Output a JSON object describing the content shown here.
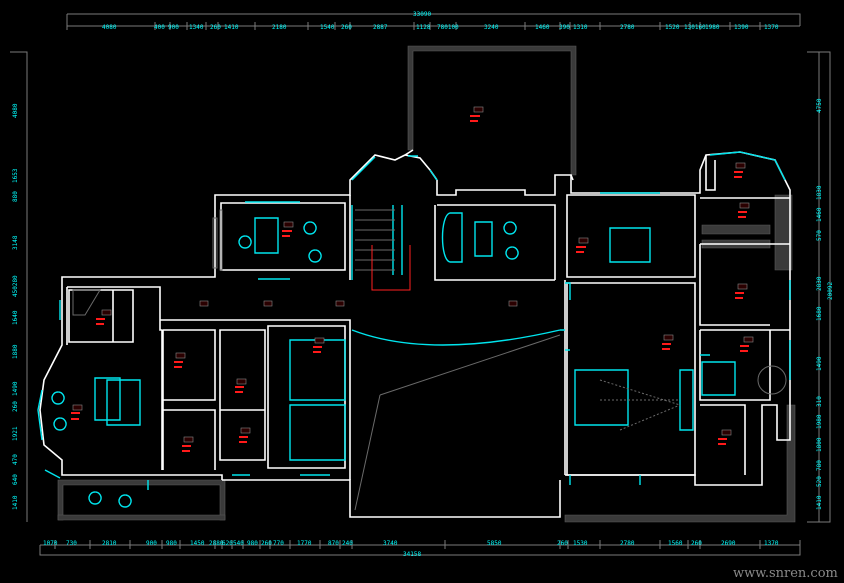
{
  "drawing": {
    "type": "architectural floor plan",
    "colors": {
      "background": "#000000",
      "walls": "#ffffff",
      "windows": "#00e5ee",
      "dimensions": "#00ffff",
      "labels": "#ff1a1a",
      "furniture": "#6a6a6a"
    }
  },
  "dimensions": {
    "top_total": "33090",
    "top": [
      "4080",
      "400",
      "900",
      "1340",
      "260",
      "1410",
      "2180",
      "1540",
      "260",
      "2887",
      "1128",
      "780100",
      "3240",
      "1460",
      "390",
      "1310",
      "2780",
      "1520",
      "130160",
      "1980",
      "1390",
      "1370"
    ],
    "bottom_total": "34158",
    "bottom": [
      "1070",
      "730",
      "2810",
      "900",
      "980",
      "1450",
      "2880",
      "620",
      "540",
      "980",
      "260",
      "770",
      "1770",
      "870",
      "240",
      "3740",
      "5850",
      "260",
      "1530",
      "2780",
      "1560",
      "260",
      "2690",
      "1370"
    ],
    "left": [
      "4080",
      "1653",
      "880",
      "3148",
      "450280",
      "1640",
      "1880",
      "1490",
      "260",
      "1921",
      "470",
      "640",
      "1410"
    ],
    "right_total": "20092",
    "right": [
      "4750",
      "1830",
      "1460",
      "570",
      "2830",
      "1680",
      "1490",
      "310",
      "1980",
      "1800",
      "780",
      "520",
      "1410"
    ]
  },
  "watermark": "www.snren.com"
}
